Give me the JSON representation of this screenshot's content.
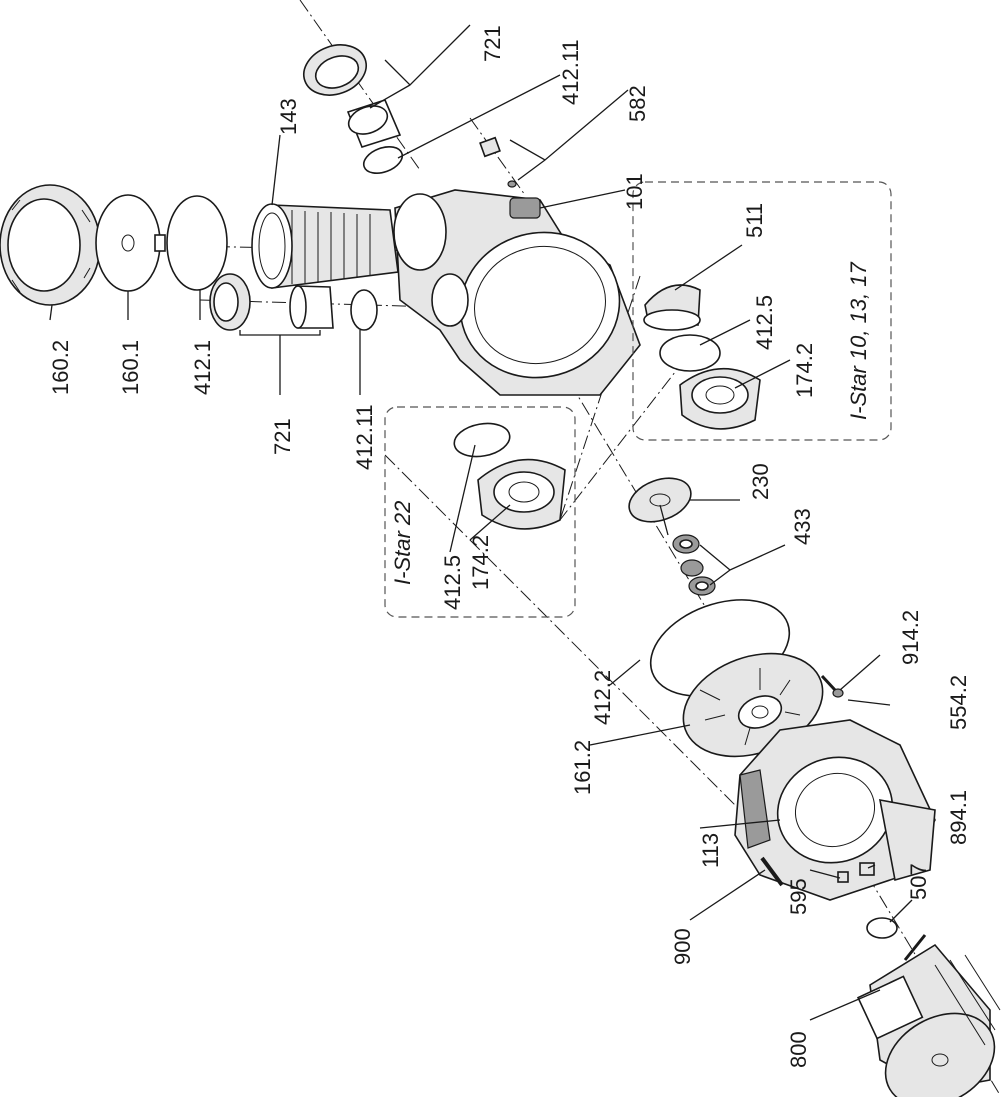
{
  "diagram": {
    "part_labels": {
      "p721a": "721",
      "p412_11a": "412.11",
      "p582": "582",
      "p143": "143",
      "p101": "101",
      "p511": "511",
      "p412_5a": "412.5",
      "p174_2a": "174.2",
      "p160_2": "160.2",
      "p160_1": "160.1",
      "p412_1": "412.1",
      "p721b": "721",
      "p412_11b": "412.11",
      "p412_5b": "412.5",
      "p174_2b": "174.2",
      "p230": "230",
      "p433": "433",
      "p412_2": "412.2",
      "p914_2": "914.2",
      "p554_2": "554.2",
      "p161_2": "161.2",
      "p113": "113",
      "p894_1": "894.1",
      "p595": "595",
      "p507": "507",
      "p900": "900",
      "p800": "800"
    },
    "group_labels": {
      "istar_small": "I-Star 10, 13, 17",
      "istar_22": "I-Star 22"
    }
  }
}
